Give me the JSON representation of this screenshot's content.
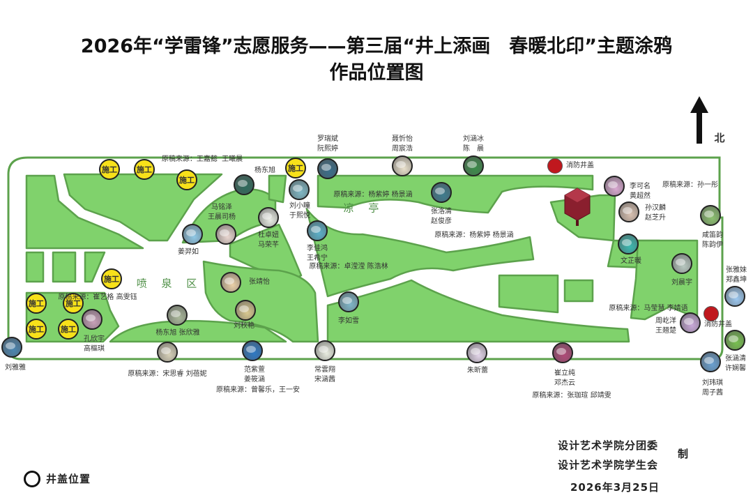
{
  "title": {
    "line1": "2026年“学雷锋”志愿服务——第三届“井上添画　春暖北印”主题涂鸦",
    "line2": "作品位置图"
  },
  "compass": {
    "label": "北",
    "icon": "north-arrow-icon"
  },
  "areas": {
    "fountain": "喷 泉 区",
    "pavilion": "凉 亭"
  },
  "construction_label": "施工",
  "construction_count": 9,
  "hydrant_label": "消防井盖",
  "artworks": [
    {
      "names": "杨东旭",
      "source": "原稿来源：王嘉懿  王曦晨"
    },
    {
      "names": "罗瑞斌\n阮熙婷",
      "source": null
    },
    {
      "names": "刘小瞳\n于熙悦",
      "source": "原稿来源：杨紫婷 杨景涵"
    },
    {
      "names": "聂忻怡\n周宸浩",
      "source": null
    },
    {
      "names": "刘涵冰\n陈　晨",
      "source": null
    },
    {
      "names": "张洛清\n赵俊彦",
      "source": "原稿来源：杨紫婷 杨景涵"
    },
    {
      "names": "马铭泽\n王晨司杨",
      "source": null
    },
    {
      "names": "姜羿如",
      "source": null
    },
    {
      "names": "杜卓妞\n马荣芊",
      "source": null
    },
    {
      "names": "李佳鸿\n王希宁",
      "source": "原稿来源：卓滢滢 陈浩林"
    },
    {
      "names": "张靖怡",
      "source": null
    },
    {
      "names": "刘秋艳",
      "source": null
    },
    {
      "names": "杨东旭 张欣雅",
      "source": null
    },
    {
      "names": "孔欣宇\n高樞琪",
      "source": "原稿来源：崔艺格 高雯钰"
    },
    {
      "names": "刘雅雅",
      "source": null
    },
    {
      "names": "",
      "source": "原稿来源：宋思睿 刘蓓妮"
    },
    {
      "names": "范紫萱\n姜筱涵",
      "source": "原稿来源：曾馨乐，王一安"
    },
    {
      "names": "常雲翔\n宋涵茜",
      "source": null
    },
    {
      "names": "李如雪",
      "source": null
    },
    {
      "names": "朱昕蕾",
      "source": null
    },
    {
      "names": "崔立纯\n邓杰云",
      "source": "原稿来源：张珈瑄 邱靖雯"
    },
    {
      "names": "李可名\n黄超然",
      "source": "原稿来源：孙一彤"
    },
    {
      "names": "孙汉麟\n赵芝升",
      "source": null
    },
    {
      "names": "咸笛韵\n陈韵伊",
      "source": null
    },
    {
      "names": "文芷暖",
      "source": null
    },
    {
      "names": "刘晨宇",
      "source": null
    },
    {
      "names": "张雅妹\n郑鑫坤",
      "source": null
    },
    {
      "names": "周屹洋\n王翘楚",
      "source": "原稿来源：马莹慧 李婧语"
    },
    {
      "names": "张涵清\n许娴馨",
      "source": null
    },
    {
      "names": "刘玮琪\n周子茜",
      "source": null
    }
  ],
  "legend": {
    "label": "井盖位置"
  },
  "credits": {
    "org1": "设计艺术学院分团委",
    "org2": "设计艺术学院学生会",
    "made": "制",
    "date": "2026年3月25日"
  },
  "colors": {
    "grass": "#80d26c",
    "border": "#5ca24c",
    "construction": "#f7e11a",
    "hydrant": "#c0181e"
  }
}
